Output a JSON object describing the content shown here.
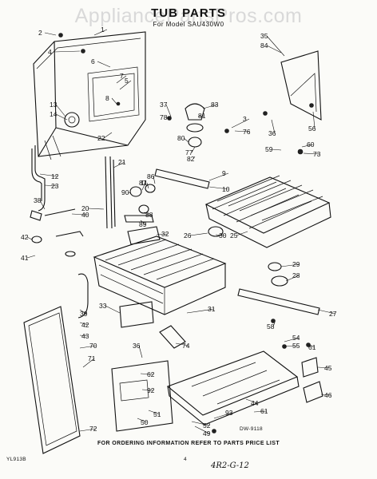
{
  "watermark": "AppliancePartsPros.com",
  "header": {
    "title": "TUB PARTS",
    "subtitle": "For Model SAU430W0"
  },
  "footer": {
    "instruction": "FOR ORDERING INFORMATION REFER TO PARTS PRICE LIST",
    "page_number": "4",
    "left_code": "YL913B",
    "drawing_number": "DW-9118",
    "handwritten": "4R2-G-12"
  },
  "callouts": [
    "1",
    "2",
    "3",
    "4",
    "5",
    "6",
    "7",
    "8",
    "9",
    "10",
    "11",
    "12",
    "13",
    "14",
    "20",
    "21",
    "22",
    "23",
    "25",
    "26",
    "27",
    "28",
    "29",
    "30",
    "31",
    "32",
    "33",
    "35",
    "36",
    "36",
    "37",
    "38",
    "39",
    "40",
    "41",
    "42",
    "42",
    "43",
    "44",
    "45",
    "46",
    "49",
    "50",
    "51",
    "52",
    "54",
    "55",
    "56",
    "58",
    "59",
    "60",
    "61",
    "61",
    "62",
    "70",
    "71",
    "72",
    "73",
    "74",
    "76",
    "77",
    "78",
    "80",
    "81",
    "82",
    "83",
    "84",
    "86",
    "87",
    "88",
    "89",
    "90",
    "92",
    "93"
  ]
}
